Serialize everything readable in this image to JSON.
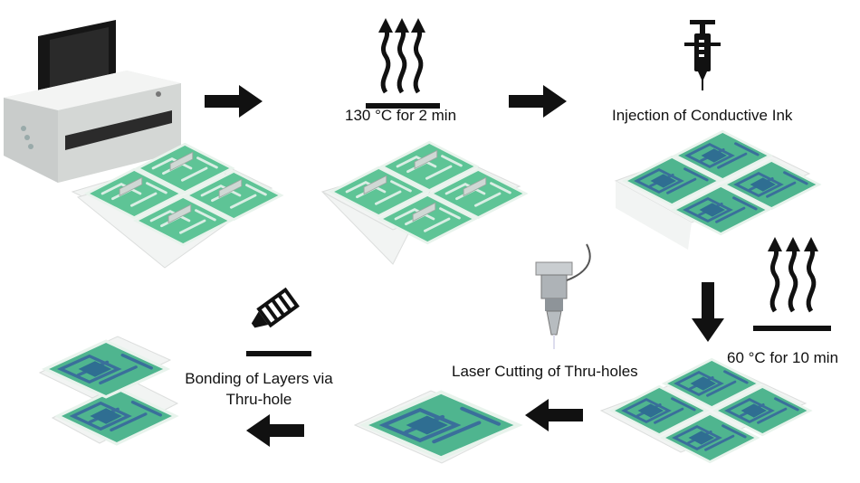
{
  "steps": {
    "heat_1": "130 °C for 2 min",
    "inject": "Injection of Conductive Ink",
    "heat_2": "60 °C for 10 min",
    "laser": "Laser Cutting of Thru-holes",
    "bond_line1": "Bonding of Layers via",
    "bond_line2": "Thru-hole"
  },
  "icons": {
    "printer": "inkjet-printer-icon",
    "heat": "heat-waves-icon",
    "syringe": "syringe-icon",
    "laser": "laser-cutter-icon",
    "glue": "glue-applicator-icon",
    "arrow": "arrow-icon"
  },
  "colors": {
    "board_green": "#5ec496",
    "board_blue": "#2f6e92",
    "board_white": "#f2f4f3",
    "arrow": "#111111"
  }
}
